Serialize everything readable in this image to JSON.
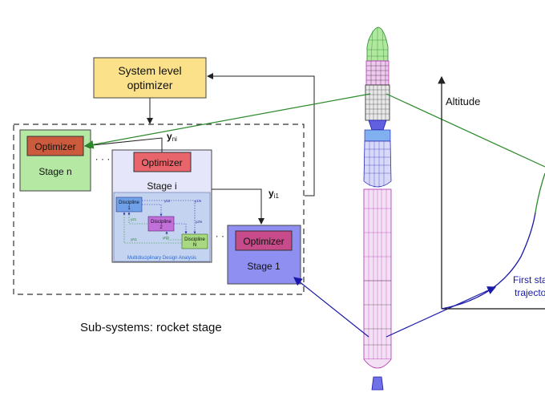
{
  "system_optimizer": {
    "line1": "System level",
    "line2": "optimizer"
  },
  "stage_n": {
    "optimizer_label": "Optimizer",
    "stage_label": "Stage n"
  },
  "stage_i": {
    "optimizer_label": "Optimizer",
    "stage_label": "Stage i"
  },
  "stage_1": {
    "optimizer_label": "Optimizer",
    "stage_label": "Stage 1"
  },
  "mda": {
    "title": "Multidisciplinary Design Analysis",
    "discipline_1": {
      "line1": "Discipline",
      "line2": "1"
    },
    "discipline_2": {
      "line1": "Discipline",
      "line2": "2"
    },
    "discipline_n": {
      "line1": "Discipline",
      "line2": "N"
    },
    "couplings": {
      "y12": "y12",
      "y1N": "y1N",
      "y21": "y21",
      "y2N": "y2N",
      "yN1": "yN1",
      "yN2": "yN2"
    }
  },
  "coupling_labels": {
    "y_ni_base": "y",
    "y_ni_sub": "ni",
    "y_i1_base": "y",
    "y_i1_sub": "i1"
  },
  "ellipsis": "· · ·",
  "subsystems_caption": "Sub-systems: rocket stage",
  "trajectory": {
    "axis_label": "Altitude",
    "first_line1": "First sta",
    "first_line2": "trajecto"
  },
  "colors": {
    "system_box": "#fbe28a",
    "stage_n_box": "#b5e8a3",
    "stage_i_box": "#e6e6fb",
    "stage_1_box": "#8f8ff2",
    "optimizer_red": "#e8666b",
    "optimizer_rust": "#cc5a3c",
    "optimizer_magenta": "#c74a8a",
    "link_green": "#2a8a2a",
    "link_blue": "#1a1aa8"
  }
}
